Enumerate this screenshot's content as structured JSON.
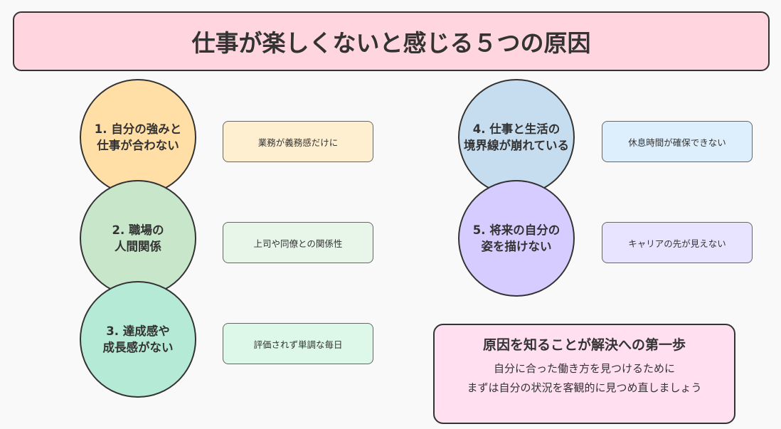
{
  "title": "仕事が楽しくないと感じる５つの原因",
  "causes": [
    {
      "label": "1. 自分の強みと\n仕事が合わない",
      "detail": "業務が義務感だけに",
      "color": "#ffdfa6",
      "box_color": "#ffefd1"
    },
    {
      "label": "2. 職場の\n人間関係",
      "detail": "上司や同僚との関係性",
      "color": "#c8e6c9",
      "box_color": "#e8f5e9"
    },
    {
      "label": "3. 達成感や\n成長感がない",
      "detail": "評価されず単調な毎日",
      "color": "#b4ead6",
      "box_color": "#ddf8e8"
    },
    {
      "label": "4. 仕事と生活の\n境界線が崩れている",
      "detail": "休息時間が確保できない",
      "color": "#c6ddf0",
      "box_color": "#ddeefc"
    },
    {
      "label": "5. 将来の自分の\n姿を描けない",
      "detail": "キャリアの先が見えない",
      "color": "#d6ccff",
      "box_color": "#e8e4ff"
    }
  ],
  "summary": {
    "heading": "原因を知ることが解決への第一歩",
    "line1": "自分に合った働き方を見つけるために",
    "line2": "まずは自分の状況を客観的に見つめ直しましょう"
  }
}
